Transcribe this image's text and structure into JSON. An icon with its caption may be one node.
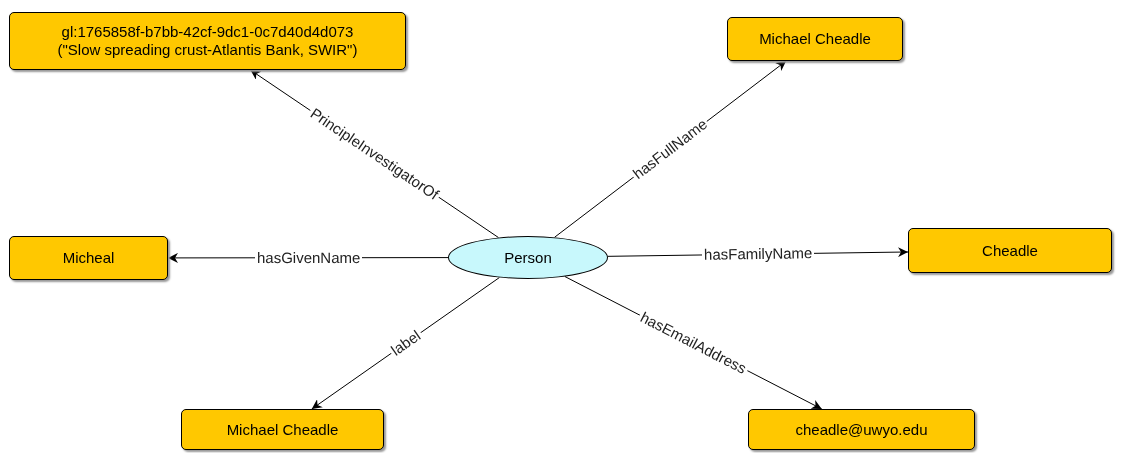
{
  "diagram": {
    "nodes": [
      {
        "text": [
          "Person"
        ]
      },
      {
        "text": [
          "gl:1765858f-b7bb-42cf-9dc1-0c7d40d4d073",
          "(\"Slow spreading crust-Atlantis Bank, SWIR\")"
        ]
      },
      {
        "text": [
          "Michael Cheadle"
        ]
      },
      {
        "text": [
          "Micheal"
        ]
      },
      {
        "text": [
          "Cheadle"
        ]
      },
      {
        "text": [
          "Michael Cheadle"
        ]
      },
      {
        "text": [
          "cheadle@uwyo.edu"
        ]
      }
    ],
    "edges": [
      {
        "from": 0,
        "to": 1,
        "arrow": "to",
        "label": "PrincipleInvestigatorOf"
      },
      {
        "from": 0,
        "to": 2,
        "arrow": "to",
        "label": "hasFullName"
      },
      {
        "from": 0,
        "to": 3,
        "arrow": "to",
        "label": "hasGivenName"
      },
      {
        "from": 0,
        "to": 4,
        "arrow": "to",
        "label": "hasFamilyName"
      },
      {
        "from": 0,
        "to": 5,
        "arrow": "to",
        "label": "label"
      },
      {
        "from": 0,
        "to": 6,
        "arrow": "to",
        "label": "hasEmailAddress"
      }
    ]
  }
}
